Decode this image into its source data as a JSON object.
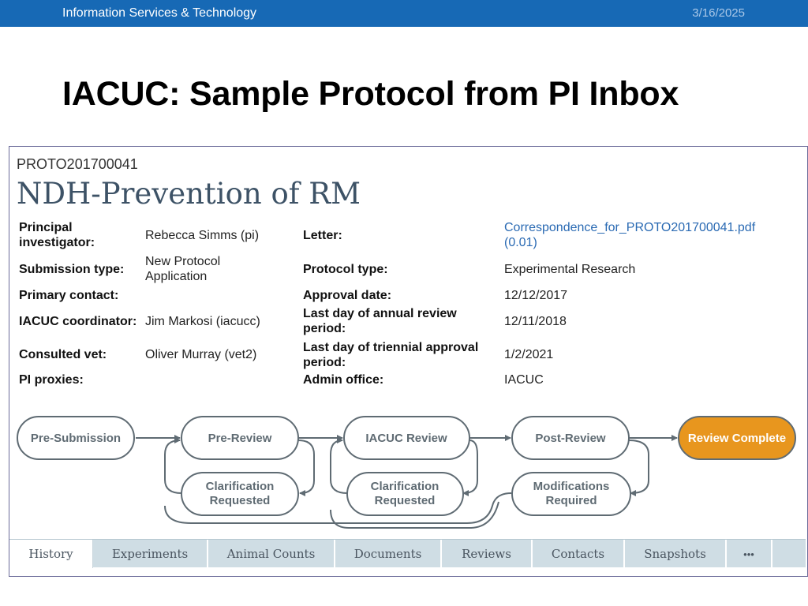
{
  "header": {
    "org": "Information Services & Technology",
    "date": "3/16/2025"
  },
  "slide_title": "IACUC: Sample Protocol from PI Inbox",
  "protocol": {
    "id": "PROTO201700041",
    "name": "NDH-Prevention of RM",
    "left_fields": [
      {
        "label": "Principal investigator:",
        "value": "Rebecca  Simms (pi)"
      },
      {
        "label": "Submission type:",
        "value": "New Protocol Application"
      },
      {
        "label": "Primary contact:",
        "value": ""
      },
      {
        "label": "IACUC coordinator:",
        "value": "Jim  Markosi (iacucc)"
      },
      {
        "label": "Consulted vet:",
        "value": "Oliver  Murray (vet2)"
      },
      {
        "label": "PI proxies:",
        "value": ""
      }
    ],
    "right_fields": [
      {
        "label": "Letter:",
        "value": "Correspondence_for_PROTO201700041.pdf (0.01)"
      },
      {
        "label": "Protocol type:",
        "value": "Experimental Research"
      },
      {
        "label": "Approval date:",
        "value": "12/12/2017"
      },
      {
        "label": "Last day of annual review period:",
        "value": "12/11/2018"
      },
      {
        "label": "Last day of triennial approval period:",
        "value": "1/2/2021"
      },
      {
        "label": "Admin office:",
        "value": "IACUC"
      }
    ]
  },
  "workflow": {
    "states": [
      {
        "label": "Pre-Submission"
      },
      {
        "label": "Pre-Review"
      },
      {
        "label": "IACUC Review"
      },
      {
        "label": "Post-Review"
      },
      {
        "label": "Review Complete"
      },
      {
        "label_line1": "Clarification",
        "label_line2": "Requested"
      },
      {
        "label_line1": "Clarification",
        "label_line2": "Requested"
      },
      {
        "label_line1": "Modifications",
        "label_line2": "Required"
      }
    ],
    "active_color": "#e8961e",
    "state_color": "#5f6b73"
  },
  "tabs": [
    {
      "label": "History",
      "active": true
    },
    {
      "label": "Experiments"
    },
    {
      "label": "Animal Counts"
    },
    {
      "label": "Documents"
    },
    {
      "label": "Reviews"
    },
    {
      "label": "Contacts"
    },
    {
      "label": "Snapshots"
    },
    {
      "label": "•••"
    }
  ]
}
